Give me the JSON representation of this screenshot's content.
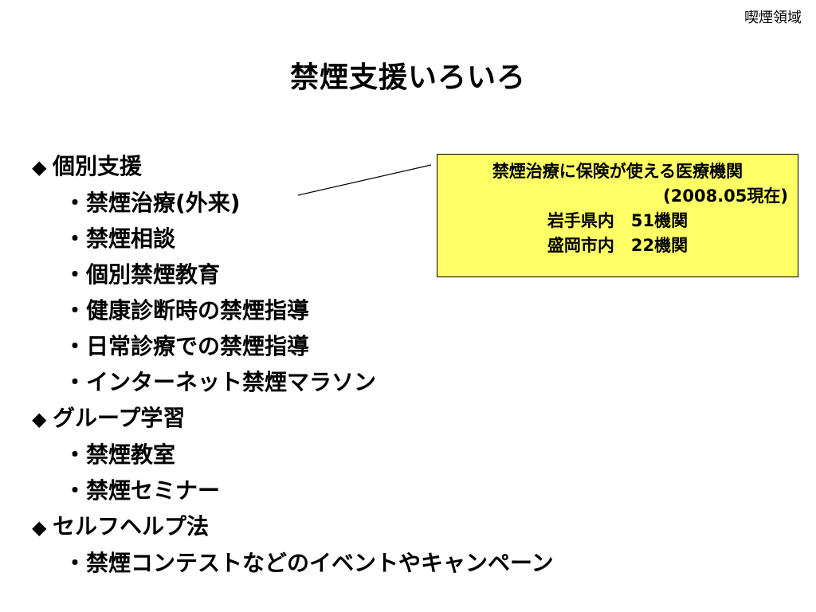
{
  "corner_label": "喫煙領域",
  "title": "禁煙支援いろいろ",
  "bullet_glyph": "・",
  "diamond_glyph": "◆",
  "sections": [
    {
      "heading": "個別支援",
      "items": [
        "禁煙治療(外来)",
        "禁煙相談",
        "個別禁煙教育",
        "健康診断時の禁煙指導",
        "日常診療での禁煙指導",
        "インターネット禁煙マラソン"
      ]
    },
    {
      "heading": "グループ学習",
      "items": [
        "禁煙教室",
        "禁煙セミナー"
      ]
    },
    {
      "heading": "セルフヘルプ法",
      "items": [
        "禁煙コンテストなどのイベントやキャンペーン"
      ]
    }
  ],
  "callout": {
    "line1": "禁煙治療に保険が使える医療機関",
    "line2": "(2008.05現在)",
    "line3": "岩手県内　51機関",
    "line4": "盛岡市内　22機関"
  },
  "colors": {
    "callout_background": "#ffff66",
    "text": "#000000"
  }
}
